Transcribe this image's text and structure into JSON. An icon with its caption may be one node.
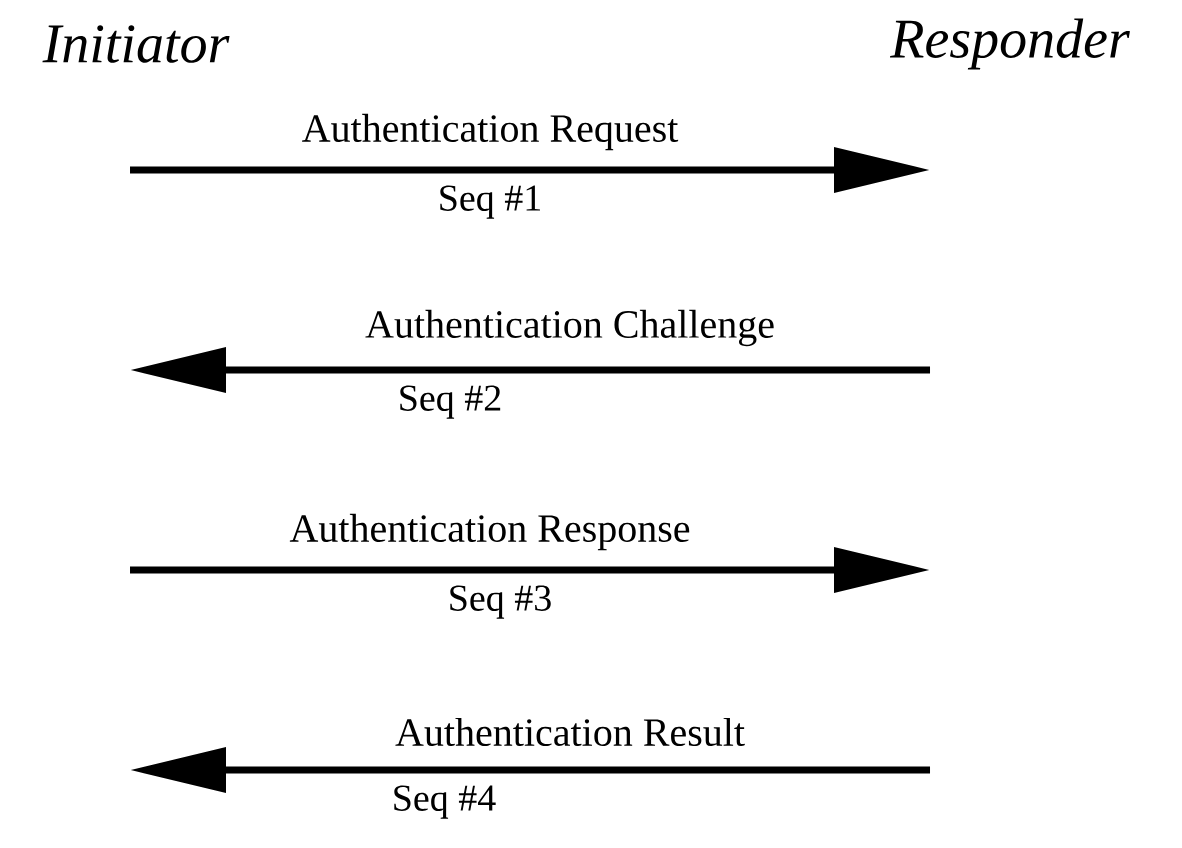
{
  "diagram": {
    "labels": [
      "Initiator",
      "Responder",
      "Authentication Request",
      "Seq #1",
      "Authentication Challenge",
      "Seq #2",
      "Authentication Response",
      "Seq #3",
      "Authentication Result",
      "Seq #4"
    ]
  }
}
